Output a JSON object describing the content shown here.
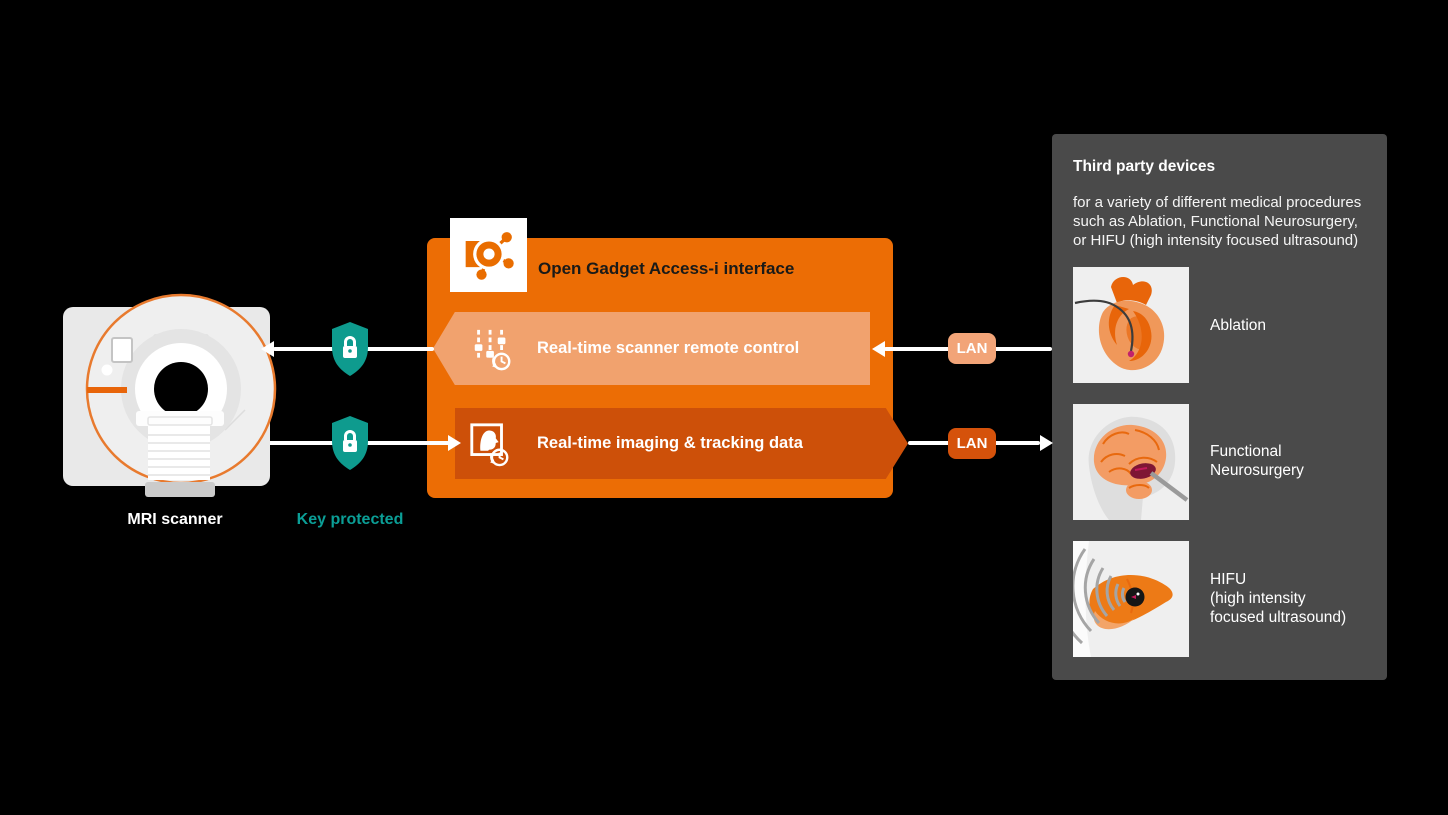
{
  "colors": {
    "accent_orange": "#EC6D05",
    "row_light_orange": "#F1A26E",
    "row_dark_orange": "#CD5009",
    "lan_light": "#F2A478",
    "lan_dark": "#D5520B",
    "teal": "#0E9B8E",
    "panel_gray": "#4A4A4A"
  },
  "scanner": {
    "label": "MRI scanner"
  },
  "protection": {
    "label": "Key protected"
  },
  "interface_box": {
    "title": "Open Gadget Access-i interface",
    "rows": [
      {
        "label": "Real-time scanner remote control"
      },
      {
        "label": "Real-time imaging & tracking data"
      }
    ]
  },
  "lan_badges": [
    {
      "label": "LAN"
    },
    {
      "label": "LAN"
    }
  ],
  "third_party_panel": {
    "title": "Third party devices",
    "description": "for a variety of different medical procedures\nsuch as Ablation, Functional Neurosurgery,\nor HIFU (high intensity focused ultrasound)",
    "devices": [
      {
        "label": "Ablation"
      },
      {
        "label": "Functional\nNeurosurgery"
      },
      {
        "label": "HIFU\n(high intensity\nfocused ultrasound)"
      }
    ]
  }
}
